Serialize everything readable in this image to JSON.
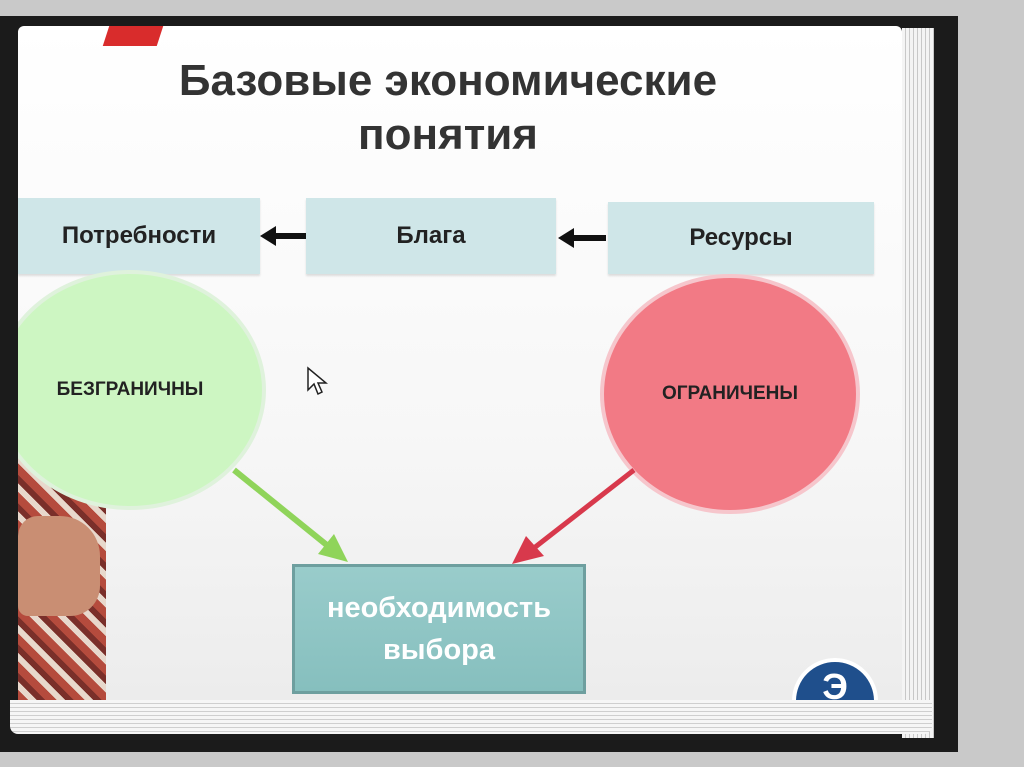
{
  "title": {
    "line1": "Базовые экономические",
    "line2": "понятия"
  },
  "boxes": {
    "needs": "Потребности",
    "goods": "Блага",
    "resources": "Ресурсы"
  },
  "circles": {
    "unlimited": "БЕЗГРАНИЧНЫ",
    "limited": "ОГРАНИЧЕНЫ"
  },
  "result": {
    "line1": "необходимость",
    "line2": "выбора"
  },
  "colors": {
    "box": "#cfe6e8",
    "green_circle": "#cdf6c2",
    "red_circle": "#f27a85",
    "result_box": "#8fc4c3",
    "green_arrow": "#8fd45a",
    "red_arrow": "#d8394c"
  },
  "icons": [
    "mouse-pointer-icon",
    "brand-logo-icon"
  ]
}
